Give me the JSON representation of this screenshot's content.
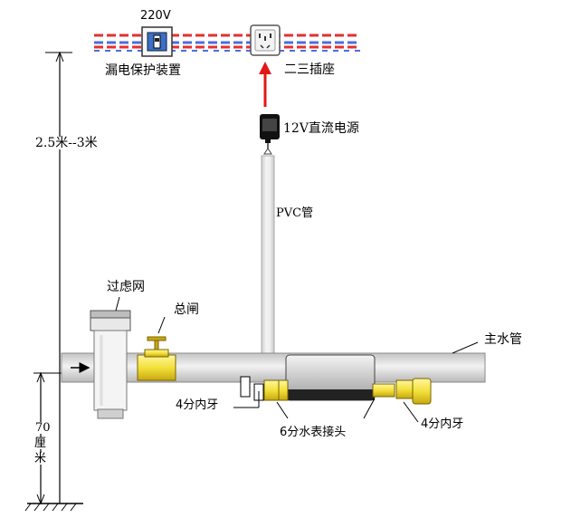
{
  "labels": {
    "voltage": "220V",
    "leakage_protector": "漏电保护装置",
    "socket": "二三插座",
    "dc_power": "12V直流电源",
    "pvc_pipe": "PVC管",
    "height_range": "2.5米--3米",
    "filter": "过虑网",
    "main_valve": "总闸",
    "main_pipe": "主水管",
    "female_thread_left": "4分内牙",
    "meter_joint": "6分水表接头",
    "female_thread_right": "4分内牙",
    "height_70_value": "70",
    "height_70_unit_1": "厘",
    "height_70_unit_2": "米"
  },
  "colors": {
    "wire_red": "#e53030",
    "wire_blue": "#4a6ee0",
    "arrow_red": "#e01818",
    "pipe_gray": "#d6d6d6",
    "brass_yellow": "#f3e13a"
  }
}
